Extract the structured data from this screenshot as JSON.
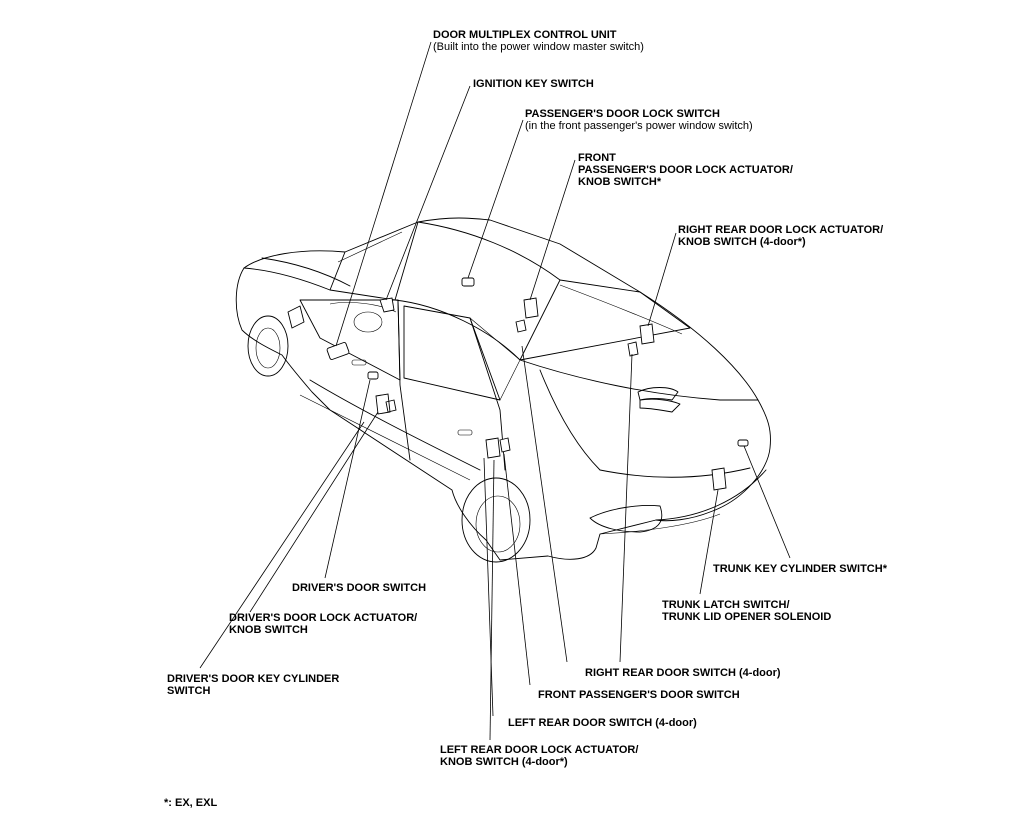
{
  "labels": {
    "door_multiplex": {
      "title": "DOOR MULTIPLEX CONTROL UNIT",
      "sub": "(Built into the power window master switch)"
    },
    "ignition_key": {
      "title": "IGNITION KEY SWITCH"
    },
    "passenger_lock_switch": {
      "title": "PASSENGER'S DOOR LOCK SWITCH",
      "sub": "(in the front passenger's power window switch)"
    },
    "front_pass_actuator": {
      "line1": "FRONT",
      "line2": "PASSENGER'S DOOR LOCK ACTUATOR/",
      "line3": "KNOB SWITCH*"
    },
    "right_rear_actuator": {
      "line1": "RIGHT REAR DOOR LOCK ACTUATOR/",
      "line2": "KNOB SWITCH (4-door*)"
    },
    "trunk_key_cylinder": {
      "title": "TRUNK KEY CYLINDER SWITCH*"
    },
    "trunk_latch": {
      "line1": "TRUNK LATCH SWITCH/",
      "line2": "TRUNK LID OPENER SOLENOID"
    },
    "drivers_door_switch": {
      "title": "DRIVER'S DOOR SWITCH"
    },
    "drivers_lock_actuator": {
      "line1": "DRIVER'S DOOR LOCK ACTUATOR/",
      "line2": "KNOB SWITCH"
    },
    "drivers_key_cylinder": {
      "line1": "DRIVER'S DOOR KEY CYLINDER",
      "line2": "SWITCH"
    },
    "right_rear_door_switch": {
      "title": "RIGHT REAR DOOR SWITCH (4-door)"
    },
    "front_pass_door_switch": {
      "title": "FRONT PASSENGER'S DOOR SWITCH"
    },
    "left_rear_door_switch": {
      "title": "LEFT REAR DOOR SWITCH (4-door)"
    },
    "left_rear_actuator": {
      "line1": "LEFT REAR DOOR LOCK ACTUATOR/",
      "line2": "KNOB SWITCH (4-door*)"
    }
  },
  "footnote": "*: EX, EXL"
}
